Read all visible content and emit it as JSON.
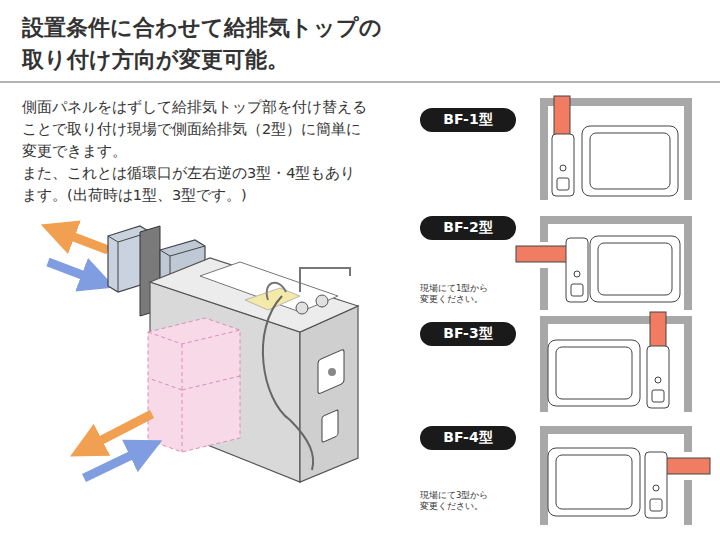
{
  "diagram": {
    "title": "設置条件に合わせて給排気トップの 取り付け方向が変更可能。",
    "nodes": [
      {
        "text": [
          "BF-1型"
        ]
      },
      {
        "text": [
          "BF-2型"
        ]
      },
      {
        "text": [
          "BF-3型"
        ]
      },
      {
        "text": [
          "BF-4型"
        ]
      }
    ],
    "labels": [
      "側面パネルをはずして給排気トップ部を付け替えることで取り付け現場で側面給排気（2型）に簡単に変更できます。",
      "また、これとは循環口が左右逆の3型・4型もあります。(出荷時は1型、3型です。)",
      "現場にて1型から 変更ください。",
      "現場にて3型から 変更ください。"
    ]
  }
}
